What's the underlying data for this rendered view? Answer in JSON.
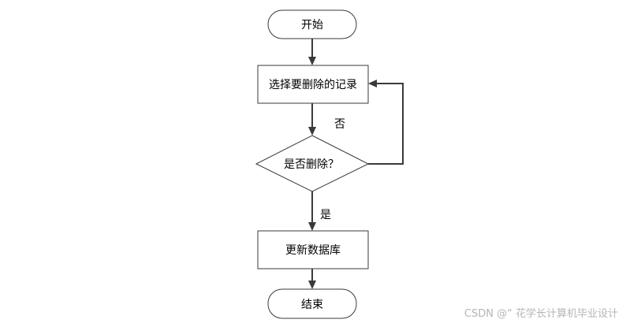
{
  "flowchart": {
    "start": "开始",
    "select_record": "选择要删除的记录",
    "decision": "是否删除？",
    "label_no": "否",
    "label_yes": "是",
    "update_db": "更新数据库",
    "end": "结束"
  },
  "watermark": "CSDN @“ 花学长计算机毕业设计"
}
